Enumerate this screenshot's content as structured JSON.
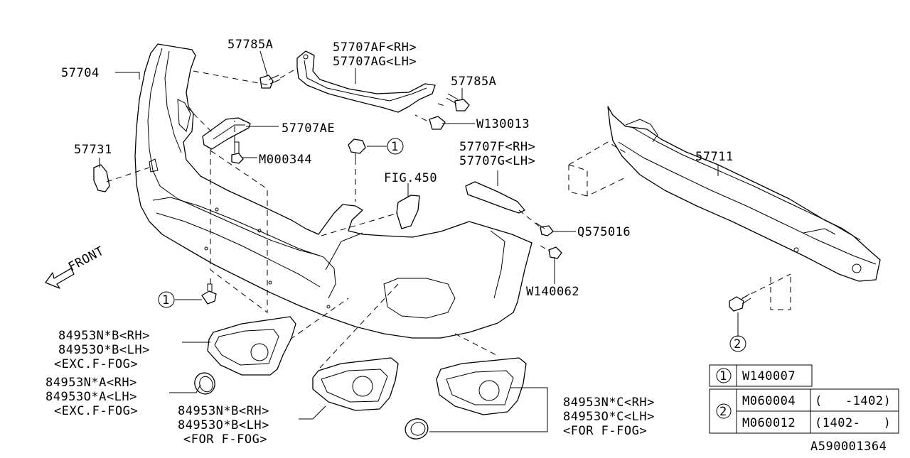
{
  "callouts": {
    "p57704": "57704",
    "p57785A_left": "57785A",
    "p57707AF": "57707AF<RH>",
    "p57707AG": "57707AG<LH>",
    "p57785A_right": "57785A",
    "pW130013": "W130013",
    "p57707AE": "57707AE",
    "p57731": "57731",
    "pM000344": "M000344",
    "pFIG450": "FIG.450",
    "p57707F": "57707F<RH>",
    "p57707G": "57707G<LH>",
    "p57711": "57711",
    "pQ575016": "Q575016",
    "pW140062": "W140062",
    "front": "FRONT",
    "ref1_top": "1",
    "ref1_bottom": "1",
    "ref2": "2",
    "fogB_rh": "84953N*B<RH>",
    "fogB_lh": "84953O*B<LH>",
    "fogB_note": "<EXC.F-FOG>",
    "fogA_rh": "84953N*A<RH>",
    "fogA_lh": "84953O*A<LH>",
    "fogA_note": "<EXC.F-FOG>",
    "fogB2_rh": "84953N*B<RH>",
    "fogB2_lh": "84953O*B<LH>",
    "fogB2_note": "<FOR F-FOG>",
    "fogC_rh": "84953N*C<RH>",
    "fogC_lh": "84953O*C<LH>",
    "fogC_note": "<FOR F-FOG>",
    "diagram_id": "A590001364"
  },
  "legend": {
    "row1": {
      "ref": "1",
      "part": "W140007"
    },
    "row2a": {
      "ref": "2",
      "part": "M060004",
      "range": "(   -1402)"
    },
    "row2b": {
      "part": "M060012",
      "range": "(1402-   )"
    }
  }
}
